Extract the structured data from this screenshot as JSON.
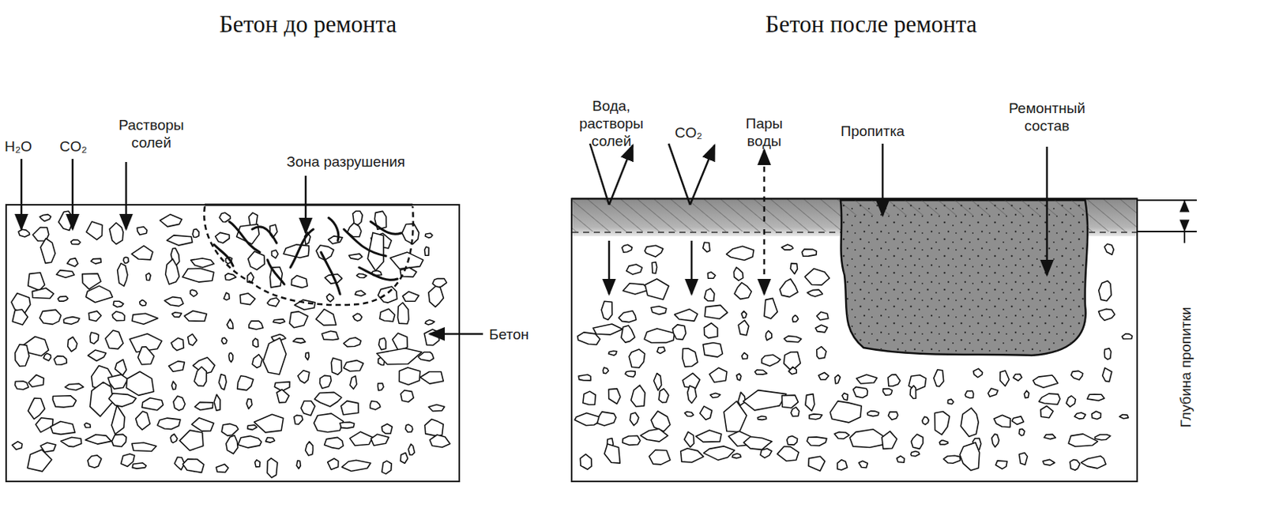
{
  "diagram": {
    "labels": [
      "Бетон до ремонта",
      "Бетон после ремонта",
      "H₂O",
      "CO₂",
      "Растворы солей",
      "Зона разрушения",
      "Бетон",
      "Вода, растворы солей",
      "CO₂",
      "Пары воды",
      "Пропитка",
      "Ремонтный состав",
      "Глубина пропитки"
    ]
  }
}
